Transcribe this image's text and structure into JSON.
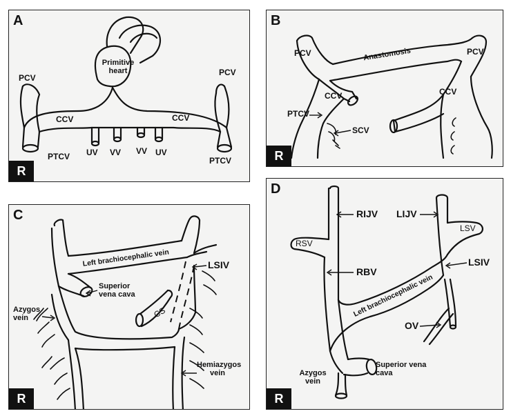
{
  "panels": {
    "a": {
      "letter": "A",
      "side_marker": "R",
      "labels": {
        "heart": "Primitive heart",
        "pcv_left": "PCV",
        "pcv_right": "PCV",
        "ccv_left": "CCV",
        "ccv_right": "CCV",
        "ptcv_left": "PTCV",
        "ptcv_right": "PTCV",
        "uv_left": "UV",
        "vv_left": "VV",
        "vv_right": "VV",
        "uv_right": "UV"
      }
    },
    "b": {
      "letter": "B",
      "side_marker": "R",
      "labels": {
        "anastomosis": "Anastomosis",
        "pcv_left": "PCV",
        "pcv_right": "PCV",
        "ccv_left": "CCV",
        "ccv_right": "CCV",
        "ptcv": "PTCV",
        "scv": "SCV"
      }
    },
    "c": {
      "letter": "C",
      "side_marker": "R",
      "labels": {
        "left_brachiocephalic": "Left brachiocephalic vein",
        "lsiv": "LSIV",
        "svc": "Superior vena cava",
        "azygos": "Azygos vein",
        "cs": "CS",
        "hemiazygos": "Hemiazygos vein"
      }
    },
    "d": {
      "letter": "D",
      "side_marker": "R",
      "labels": {
        "rijv": "RIJV",
        "lijv": "LIJV",
        "rsv": "RSV",
        "lsv": "LSV",
        "rbv": "RBV",
        "lsiv": "LSIV",
        "left_brachiocephalic": "Left brachiocephalic vein",
        "ov": "OV",
        "svc": "Superior vena cava",
        "azygos": "Azygos vein"
      }
    }
  }
}
